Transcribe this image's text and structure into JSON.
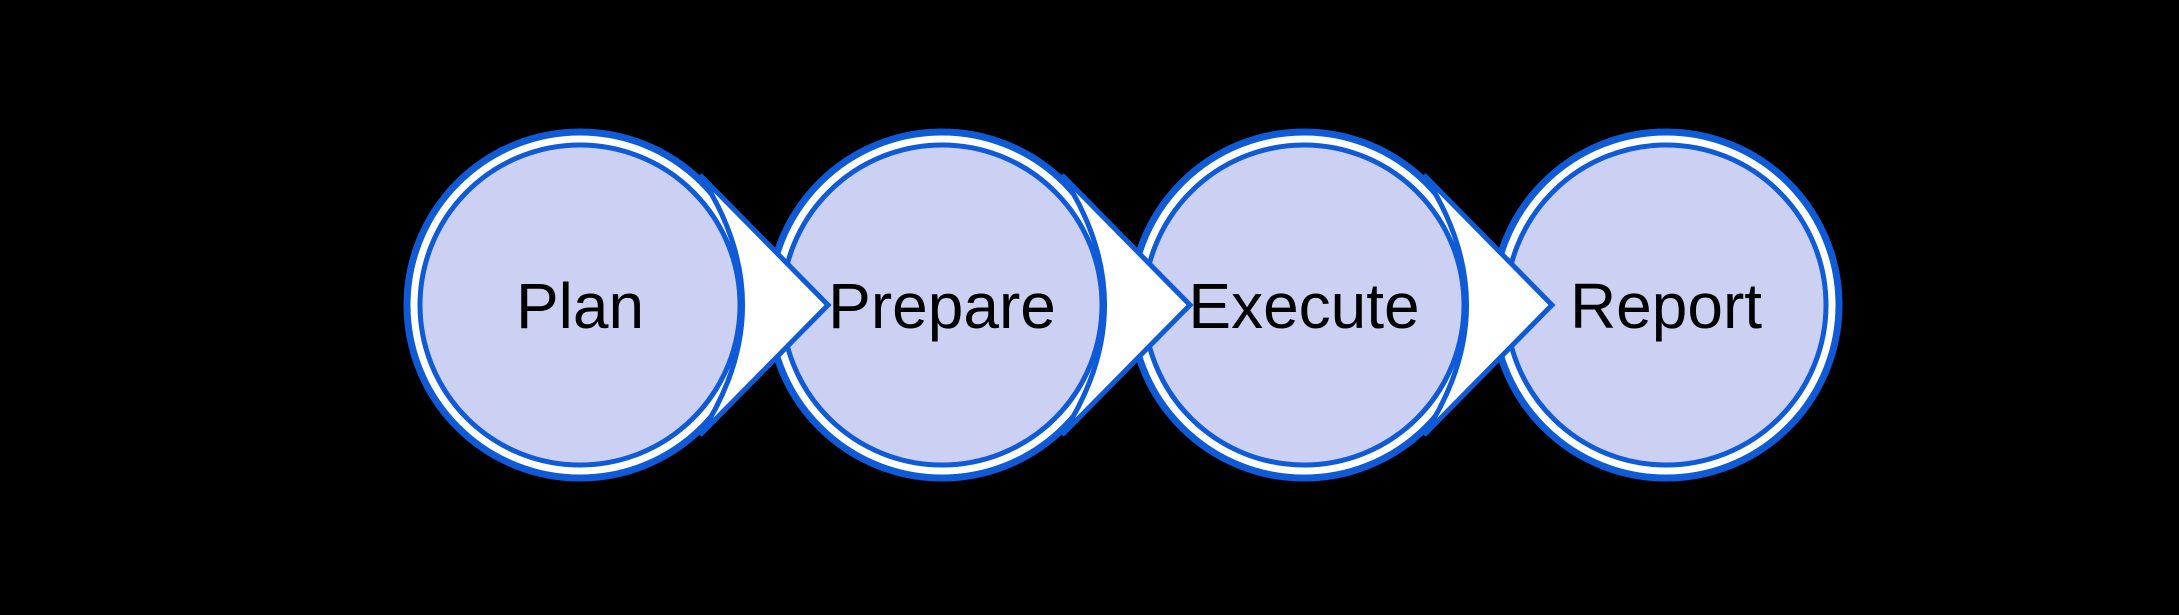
{
  "diagram": {
    "type": "process-flow",
    "direction": "left-to-right",
    "stages": [
      {
        "label": "Plan"
      },
      {
        "label": "Prepare"
      },
      {
        "label": "Execute"
      },
      {
        "label": "Report"
      }
    ],
    "connectors": [
      {
        "from": "Plan",
        "to": "Prepare",
        "shape": "concave-right-arrow"
      },
      {
        "from": "Prepare",
        "to": "Execute",
        "shape": "concave-right-arrow"
      },
      {
        "from": "Execute",
        "to": "Report",
        "shape": "concave-right-arrow"
      }
    ],
    "colors": {
      "background": "#000000",
      "stroke_blue": "#0E5AD7",
      "circle_fill": "#CCD1F4",
      "ring_fill": "#FFFFFF",
      "arrow_fill": "#FFFFFF",
      "label_text": "#000000"
    }
  }
}
